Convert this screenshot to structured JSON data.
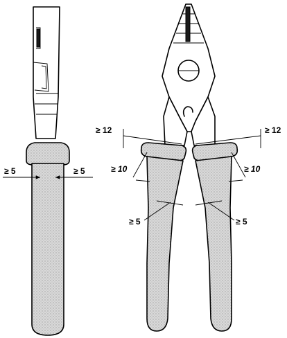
{
  "labels": {
    "side_left": "≥ 5",
    "side_right": "≥ 5",
    "top_left": "≥ 12",
    "top_right": "≥ 12",
    "guard_left": "≥ 10",
    "guard_right": "≥ 10",
    "bottom_left": "≥ 5",
    "bottom_right": "≥ 5"
  },
  "colors": {
    "grip_fill": "#d9d9d9",
    "stroke": "#000000"
  }
}
